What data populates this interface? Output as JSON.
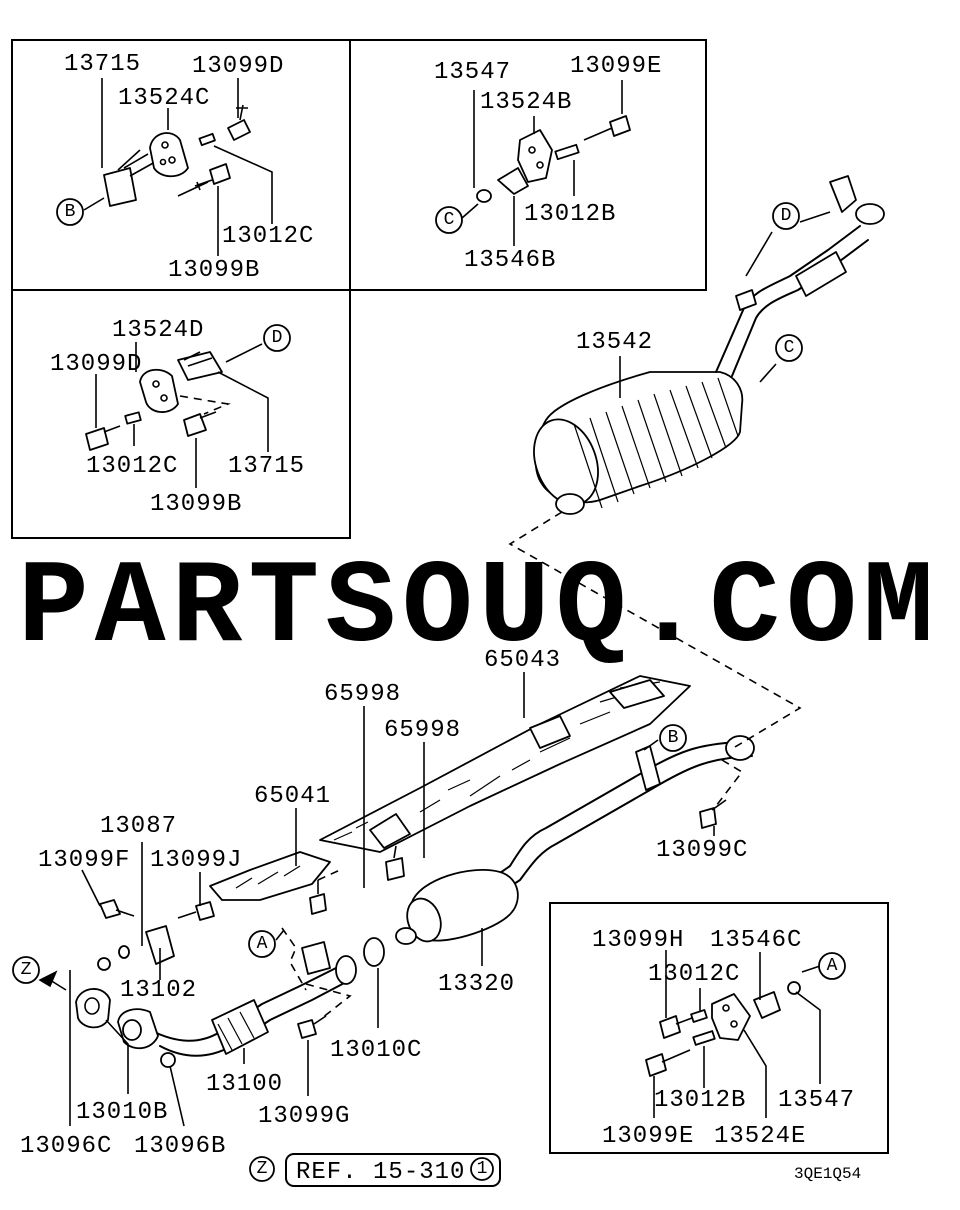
{
  "watermark": "PARTSOUQ.COM",
  "diagram_code": "3QE1Q54",
  "reference": {
    "marker": "Z",
    "text": "REF. 15-310",
    "number": "1"
  },
  "callouts": {
    "a": "A",
    "b": "B",
    "c": "C",
    "d": "D",
    "z": "Z"
  },
  "part_numbers": {
    "p13715": "13715",
    "p13099d": "13099D",
    "p13524c": "13524C",
    "p13012c": "13012C",
    "p13099b": "13099B",
    "p13547": "13547",
    "p13099e": "13099E",
    "p13524b": "13524B",
    "p13012b": "13012B",
    "p13546b": "13546B",
    "p13524d": "13524D",
    "p13542": "13542",
    "p65043": "65043",
    "p65998": "65998",
    "p65041": "65041",
    "p13087": "13087",
    "p13099f": "13099F",
    "p13099j": "13099J",
    "p13102": "13102",
    "p13099c": "13099C",
    "p13320": "13320",
    "p13010c": "13010C",
    "p13100": "13100",
    "p13099g": "13099G",
    "p13010b": "13010B",
    "p13096c": "13096C",
    "p13096b": "13096B",
    "p13099h": "13099H",
    "p13546c": "13546C",
    "p13524e": "13524E"
  }
}
